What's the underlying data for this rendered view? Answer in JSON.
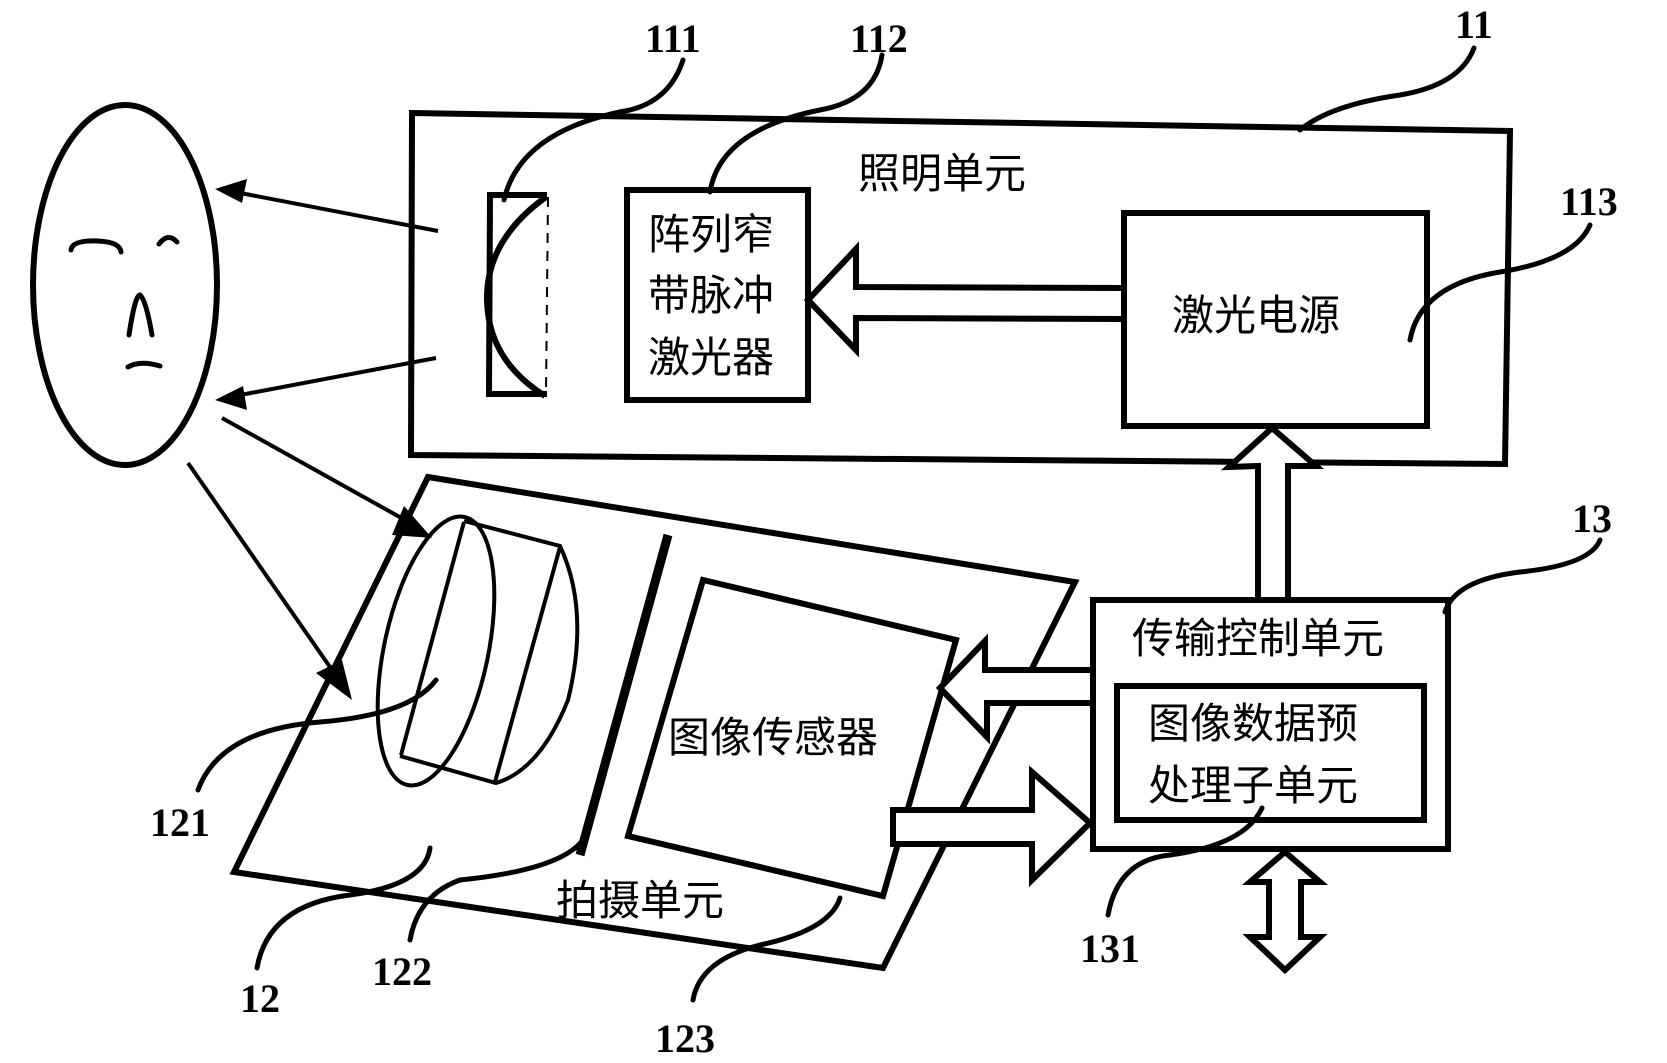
{
  "diagram": {
    "colors": {
      "ink": "#000000",
      "paper": "#ffffff"
    },
    "units": {
      "illumination_unit": {
        "ref": "11",
        "label": "照明单元"
      },
      "lens_111": {
        "ref": "111"
      },
      "pulsed_laser": {
        "ref": "112",
        "label_lines": [
          "阵列窄",
          "带脉冲",
          "激光器"
        ]
      },
      "laser_power": {
        "ref": "113",
        "label": "激光电源"
      },
      "capture_unit": {
        "ref": "12",
        "label": "拍摄单元"
      },
      "camera_lens": {
        "ref": "121"
      },
      "filter_plate": {
        "ref": "122"
      },
      "image_sensor": {
        "ref": "123",
        "label": "图像传感器"
      },
      "transmission_control": {
        "ref": "13",
        "label": "传输控制单元"
      },
      "preprocess_subunit": {
        "ref": "131",
        "label_lines": [
          "图像数据预",
          "处理子单元"
        ]
      }
    },
    "subject": {
      "icon": "face-icon"
    },
    "connections": [
      {
        "from": "laser_power",
        "to": "pulsed_laser",
        "kind": "hollow-arrow"
      },
      {
        "from": "transmission_control",
        "to": "laser_power",
        "kind": "hollow-arrow"
      },
      {
        "from": "transmission_control",
        "to": "image_sensor",
        "kind": "hollow-arrow"
      },
      {
        "from": "image_sensor",
        "to": "transmission_control",
        "kind": "hollow-arrow"
      },
      {
        "from": "transmission_control",
        "to": "external",
        "kind": "bidirectional-hollow-arrow"
      },
      {
        "from": "illumination_unit",
        "to": "face",
        "kind": "light-ray",
        "count": 2
      },
      {
        "from": "face",
        "to": "camera_lens",
        "kind": "light-ray",
        "count": 2
      }
    ]
  }
}
